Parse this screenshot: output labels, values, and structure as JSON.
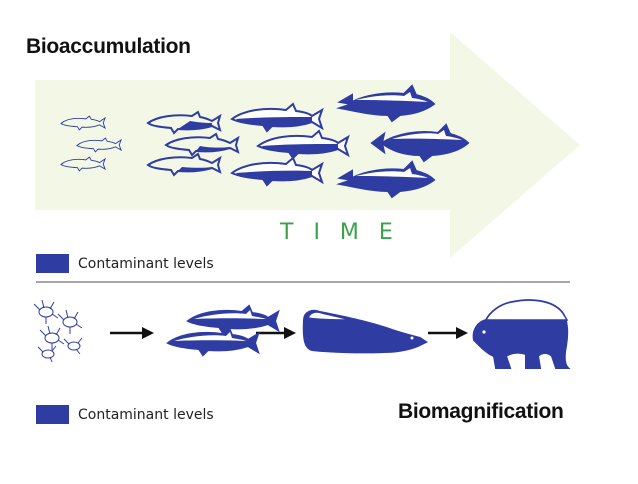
{
  "bioaccumulation": {
    "title": "Bioaccumulation",
    "time_label": "TIME",
    "legend_label": "Contaminant levels"
  },
  "biomagnification": {
    "title": "Biomagnification",
    "legend_label": "Contaminant levels",
    "food_chain": [
      "zooplankton-icon",
      "fish-icon",
      "seal-icon",
      "polar-bear-icon"
    ]
  },
  "colors": {
    "contaminant": "#2f3da3",
    "arrow_background": "#f3f8e6",
    "time_text": "#3aa24a",
    "divider": "#8a8a8a"
  }
}
